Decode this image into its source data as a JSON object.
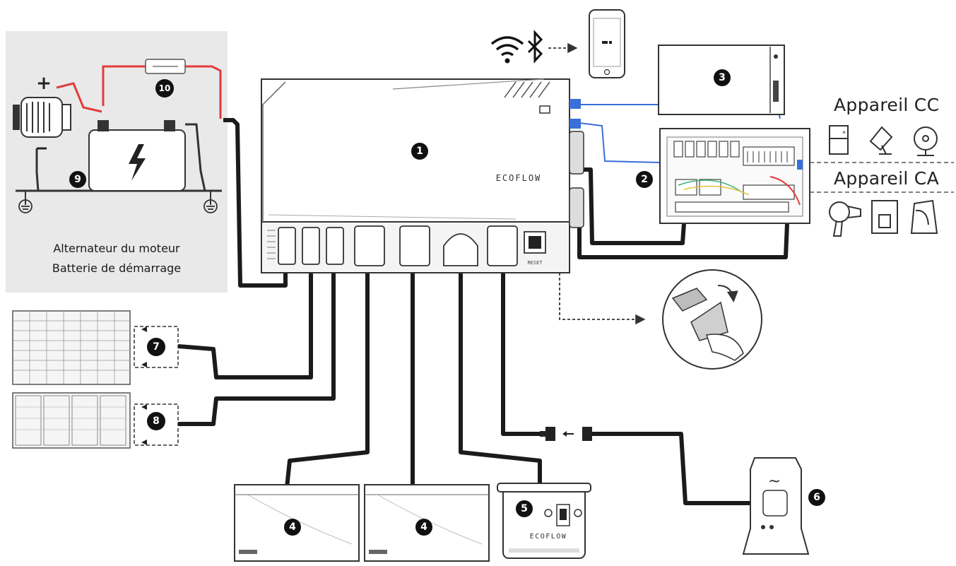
{
  "engine_panel": {
    "line1": "Alternateur du moteur",
    "line2": "Batterie de démarrage"
  },
  "appliances": {
    "dc_title": "Appareil CC",
    "ac_title": "Appareil CA"
  },
  "badges": [
    "1",
    "2",
    "3",
    "4",
    "4",
    "5",
    "6",
    "7",
    "8",
    "9",
    "10"
  ],
  "brand": "ECOFLOW",
  "colors": {
    "cable": "#1b1b1b",
    "positive_wire": "#e23b3b",
    "data_cable": "#3a6fd8",
    "panel_bg": "#e9e9e9",
    "badge": "#111111"
  }
}
